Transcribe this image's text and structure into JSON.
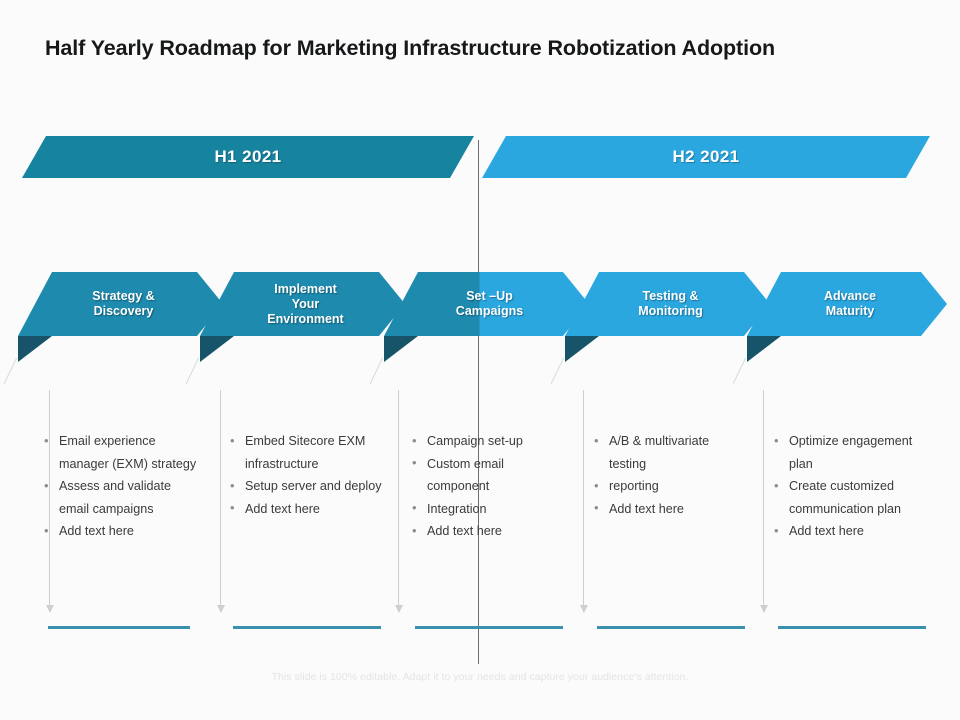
{
  "slide": {
    "title": "Half Yearly Roadmap for Marketing Infrastructure Robotization Adoption",
    "footer_note": "This slide is 100% editable. Adapt it to your needs and capture your audience's attention.",
    "colors": {
      "half1": "#17849f",
      "half2": "#2ba7e0",
      "chevron_dark": "#1d8aae",
      "chevron_light": "#2ba7e0",
      "fold": "#17546a",
      "rule": "#3b90ad",
      "connector": "#cfcfcf",
      "title": "#16181a",
      "body_text": "#3b3b3b",
      "background": "#fbfbfb"
    }
  },
  "halves": [
    {
      "label": "H1 2021"
    },
    {
      "label": "H2 2021"
    }
  ],
  "phases": [
    {
      "title_lines": [
        "Strategy &",
        "Discovery"
      ],
      "bullets": [
        "Email experience manager (EXM) strategy",
        "Assess and validate email campaigns",
        "Add text here"
      ]
    },
    {
      "title_lines": [
        "Implement",
        "Your",
        "Environment"
      ],
      "bullets": [
        "Embed Sitecore EXM infrastructure",
        "Setup server and deploy",
        "Add text here"
      ]
    },
    {
      "title_lines": [
        "Set –Up",
        "Campaigns"
      ],
      "bullets": [
        "Campaign set-up",
        "Custom email component",
        "Integration",
        "Add text here"
      ]
    },
    {
      "title_lines": [
        "Testing &",
        "Monitoring"
      ],
      "bullets": [
        "A/B & multivariate testing",
        "reporting",
        "Add text here"
      ]
    },
    {
      "title_lines": [
        "Advance",
        "Maturity"
      ],
      "bullets": [
        "Optimize engagement plan",
        "Create customized communication plan",
        "Add text here"
      ]
    }
  ]
}
